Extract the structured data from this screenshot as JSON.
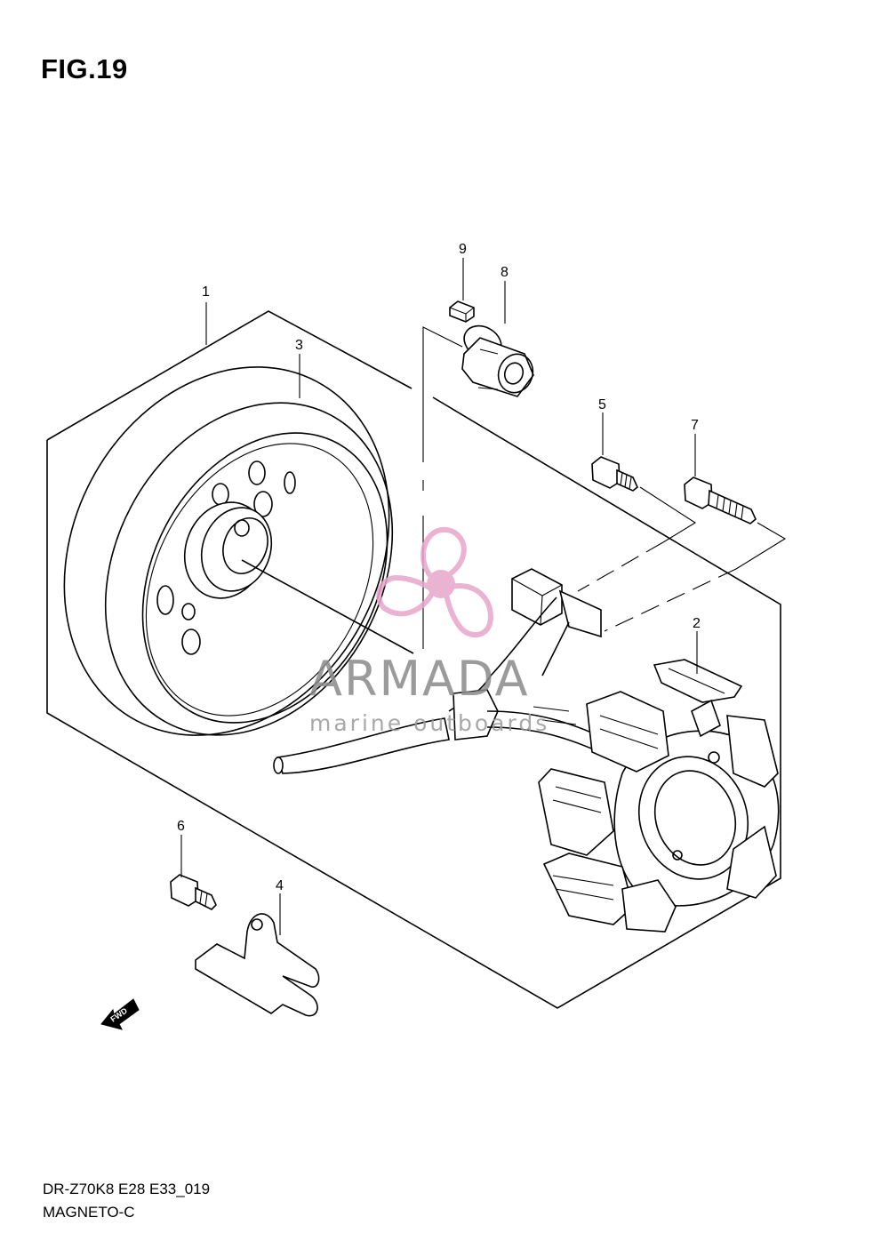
{
  "figure": {
    "title": "FIG.19",
    "code": "DR-Z70K8 E28 E33_019",
    "name": "MAGNETO-C"
  },
  "callouts": [
    "1",
    "2",
    "3",
    "4",
    "5",
    "6",
    "7",
    "8",
    "9"
  ],
  "direction_marker": "FWD",
  "watermark": {
    "brand": "ARMADA",
    "tagline": "marine outboards",
    "color": "#e7a6c9"
  }
}
